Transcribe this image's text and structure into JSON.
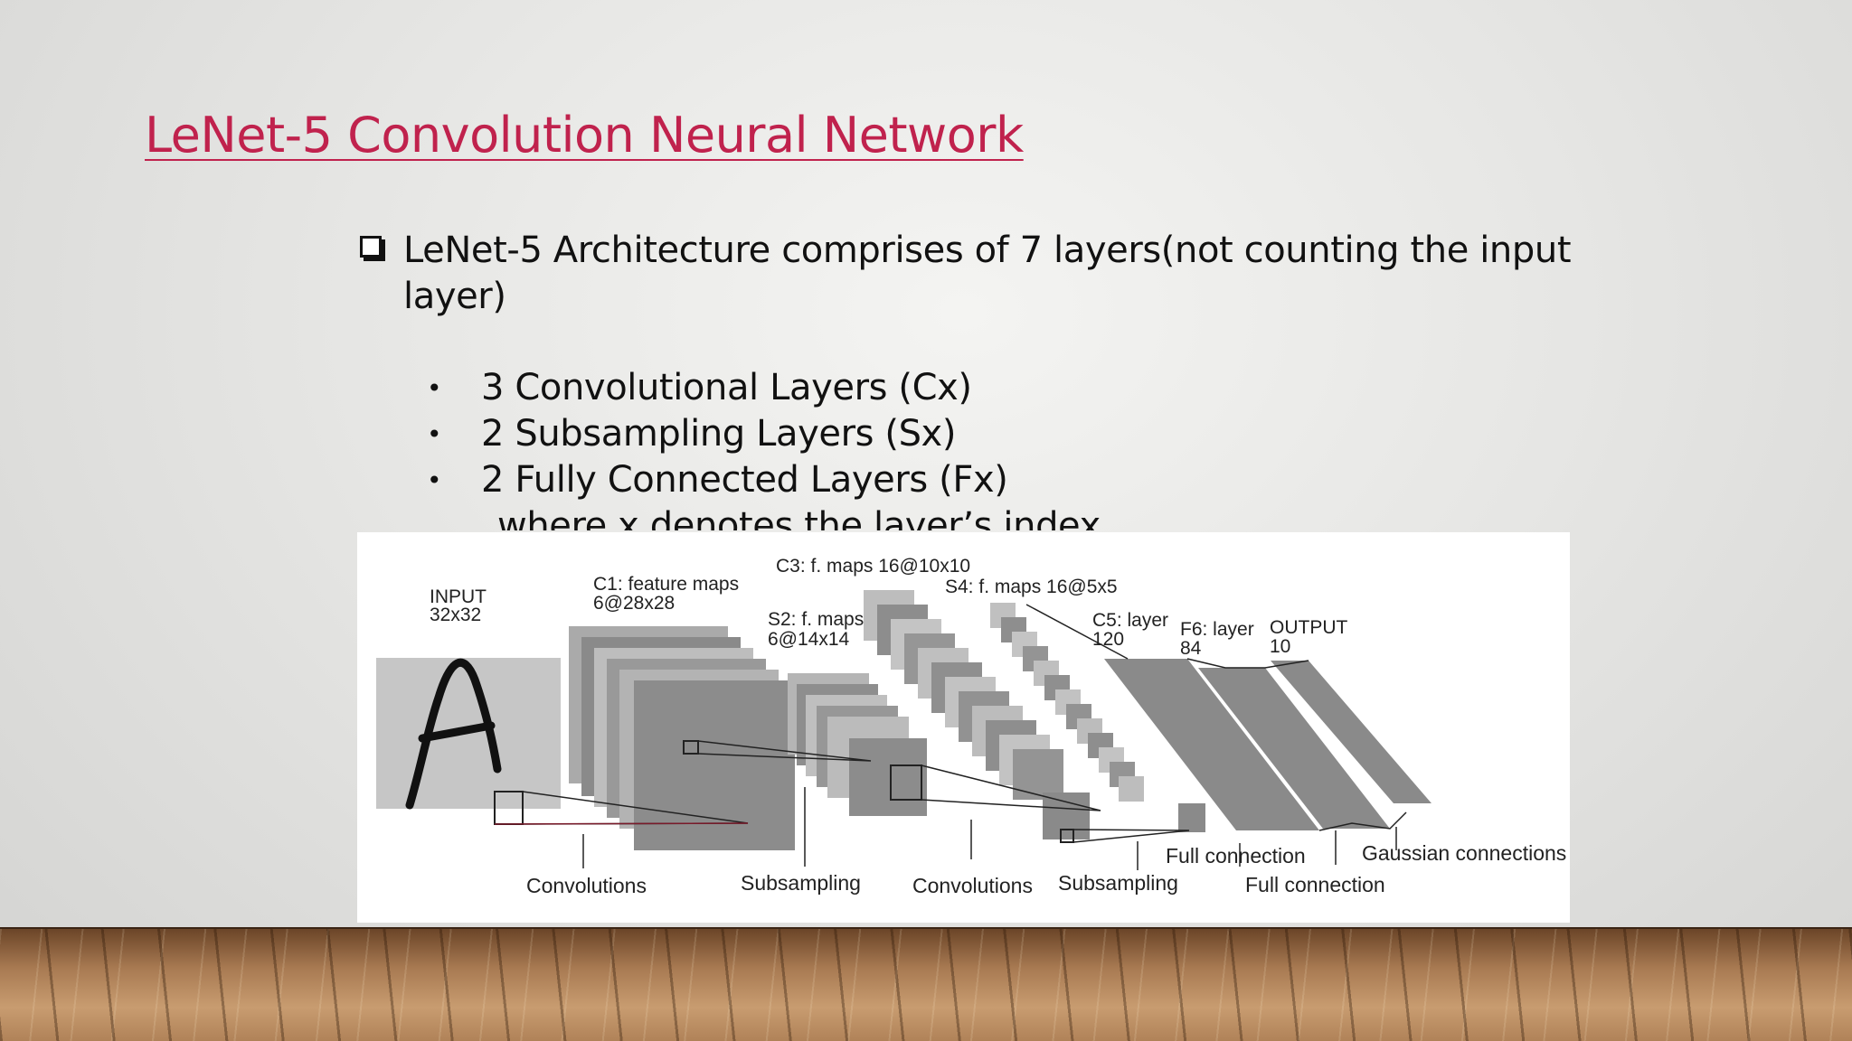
{
  "slide": {
    "title": "LeNet-5 Convolution Neural Network",
    "main_bullet": "LeNet-5 Architecture comprises of 7 layers(not counting the input layer)",
    "sub_bullets": [
      "3 Convolutional Layers (Cx)",
      "2 Subsampling Layers (Sx)",
      "2 Fully Connected Layers (Fx)"
    ],
    "bullet_marker": "•",
    "note": "where x denotes the layer’s index.",
    "colors": {
      "title": "#c0224d",
      "text": "#111111"
    }
  },
  "diagram": {
    "labels": {
      "input": "INPUT\n32x32",
      "c1": "C1: feature maps\n6@28x28",
      "s2": "S2: f. maps\n6@14x14",
      "c3": "C3: f. maps 16@10x10",
      "s4": "S4: f. maps 16@5x5",
      "c5": "C5: layer\n120",
      "f6": "F6: layer\n84",
      "output": "OUTPUT\n10"
    },
    "bottom": {
      "convolutions_1": "Convolutions",
      "subsampling_1": "Subsampling",
      "convolutions_2": "Convolutions",
      "subsampling_2": "Subsampling",
      "full_connection_1": "Full connection",
      "full_connection_2": "Full connection",
      "gaussian": "Gaussian connections"
    }
  }
}
